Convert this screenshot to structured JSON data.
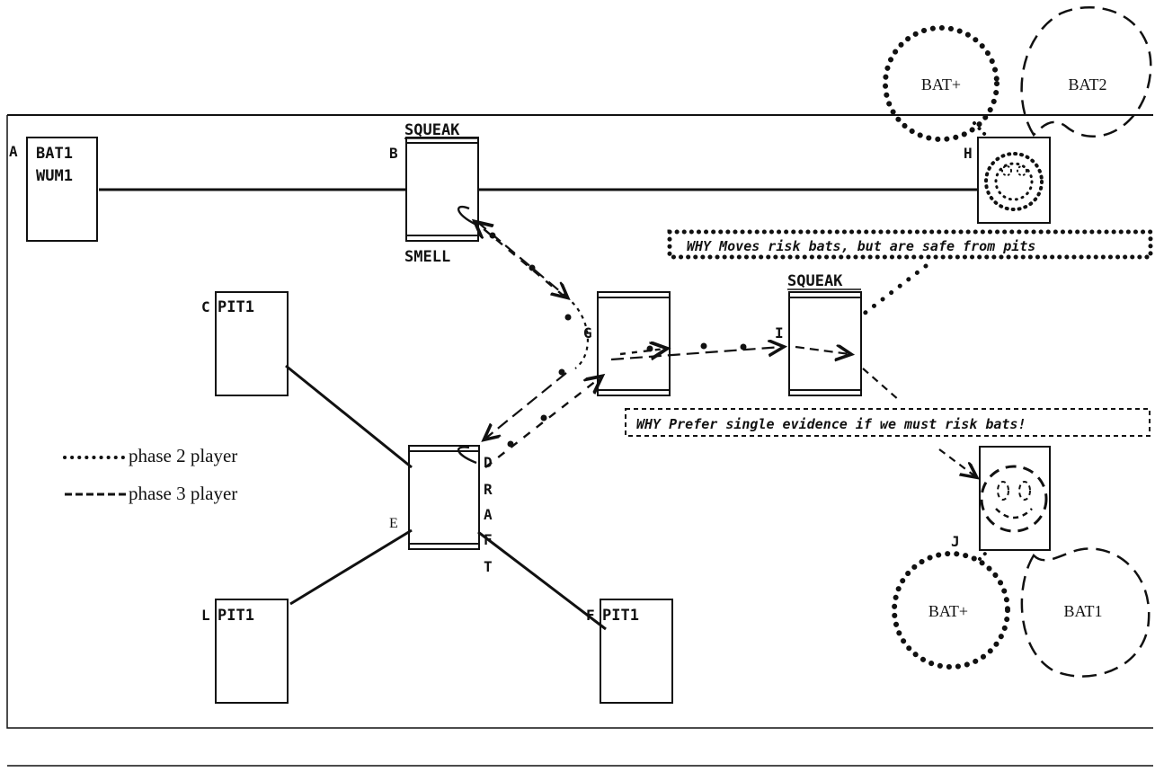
{
  "rooms": {
    "A": {
      "letter": "A",
      "lines": [
        "BAT1",
        "WUM1"
      ]
    },
    "B": {
      "letter": "B",
      "top_label": "SQUEAK",
      "bottom_label": "SMELL"
    },
    "C": {
      "letter": "C",
      "lines": [
        "PIT1"
      ]
    },
    "E": {
      "letter": "E",
      "side_label": [
        "D",
        "R",
        "A",
        "F",
        "T"
      ]
    },
    "F": {
      "letter": "F",
      "lines": [
        "PIT1"
      ]
    },
    "G": {
      "letter": "G"
    },
    "H": {
      "letter": "H"
    },
    "I": {
      "letter": "I",
      "top_label": "SQUEAK"
    },
    "J": {
      "letter": "J"
    },
    "L": {
      "letter": "L",
      "lines": [
        "PIT1"
      ]
    }
  },
  "hypotheses": {
    "h_top_left": "BAT+",
    "h_top_right": "BAT2",
    "j_bottom_left": "BAT+",
    "j_bottom_right": "BAT1"
  },
  "why_notes": {
    "moves": "WHY Moves risk bats, but are safe from pits",
    "prefer": "WHY Prefer single evidence if we must risk bats!"
  },
  "legend": {
    "phase2": "phase 2 player",
    "phase3": "phase 3 player"
  }
}
